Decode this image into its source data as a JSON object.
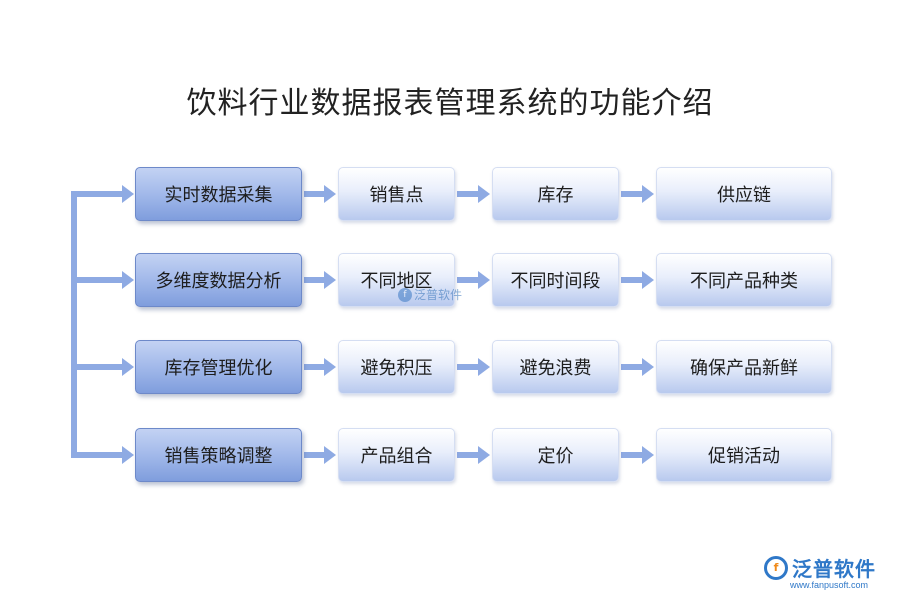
{
  "title": "饮料行业数据报表管理系统的功能介绍",
  "rows": [
    {
      "main": "实时数据采集",
      "items": [
        "销售点",
        "库存",
        "供应链"
      ]
    },
    {
      "main": "多维度数据分析",
      "items": [
        "不同地区",
        "不同时间段",
        "不同产品种类"
      ]
    },
    {
      "main": "库存管理优化",
      "items": [
        "避免积压",
        "避免浪费",
        "确保产品新鲜"
      ]
    },
    {
      "main": "销售策略调整",
      "items": [
        "产品组合",
        "定价",
        "促销活动"
      ]
    }
  ],
  "watermark": {
    "text": "泛普软件"
  },
  "logo": {
    "name": "泛普软件",
    "url": "www.fanpusoft.com"
  },
  "colors": {
    "main_box": "#9fb6e8",
    "sub_box": "#e3eafa",
    "arrow": "#8eaae3"
  }
}
